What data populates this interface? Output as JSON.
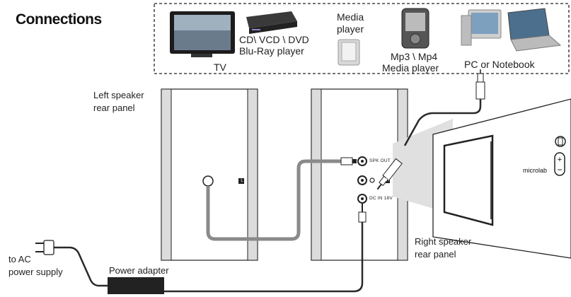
{
  "title": "Connections",
  "sources": {
    "tv": "TV",
    "dvd_line1": "CD\\  VCD \\ DVD",
    "dvd_line2": "Blu-Ray player",
    "media_line1": "Media",
    "media_line2": "player",
    "mp3_line1": "Mp3 \\ Mp4",
    "mp3_line2": "Media player",
    "pc": "PC or Notebook"
  },
  "labels": {
    "left_panel_1": "Left speaker",
    "left_panel_2": "rear panel",
    "right_panel_1": "Right speaker",
    "right_panel_2": "rear panel",
    "ac_1": "to AC",
    "ac_2": "power supply",
    "adapter": "Power adapter"
  },
  "ports": {
    "spk_out": "SPK OUT",
    "dc_in": "DC IN 18V",
    "left_badge": "L",
    "right_badge": "R"
  },
  "brand": "microlab",
  "colors": {
    "cable_gray": "#8a8a8a",
    "cable_dark": "#2a2a2a",
    "panel_stripe": "#d9d9d9",
    "cone": "#e2e2e2"
  }
}
